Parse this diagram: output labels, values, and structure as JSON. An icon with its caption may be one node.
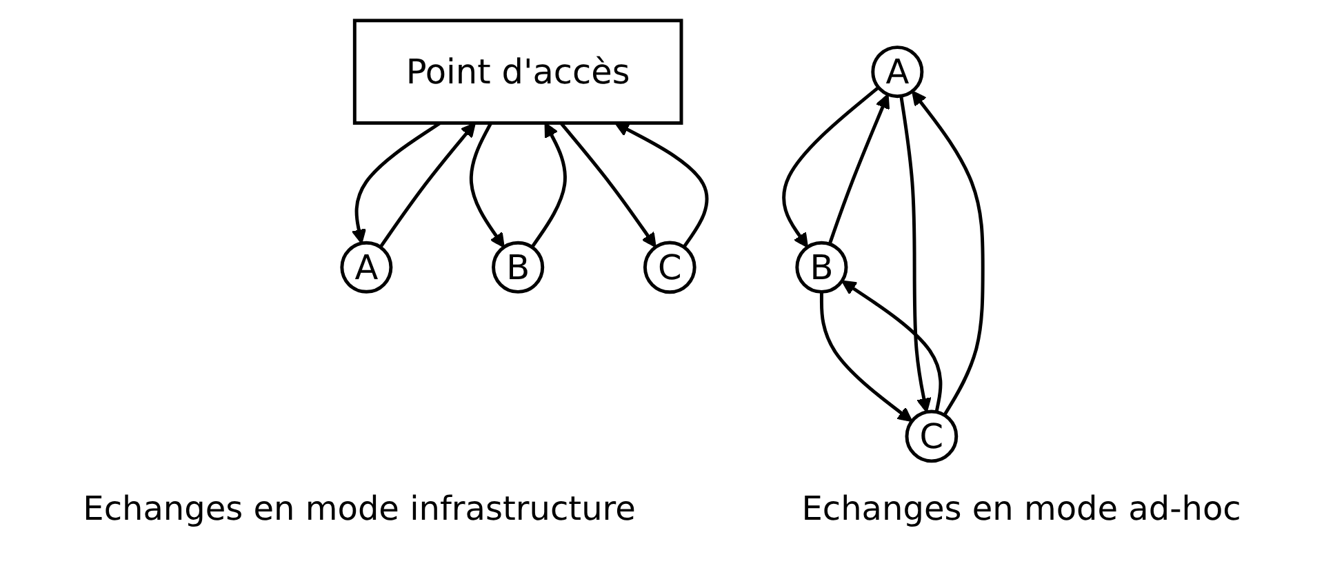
{
  "diagram": {
    "nodes": [
      {
        "text": [
          "Point d'accès"
        ]
      },
      {
        "text": [
          "A"
        ]
      },
      {
        "text": [
          "B"
        ]
      },
      {
        "text": [
          "C"
        ]
      },
      {
        "text": [
          "A"
        ]
      },
      {
        "text": [
          "B"
        ]
      },
      {
        "text": [
          "C"
        ]
      }
    ],
    "edges": [
      {
        "from": 1,
        "to": 0,
        "arrow": "to"
      },
      {
        "from": 0,
        "to": 1,
        "arrow": "to"
      },
      {
        "from": 2,
        "to": 0,
        "arrow": "to"
      },
      {
        "from": 0,
        "to": 2,
        "arrow": "to"
      },
      {
        "from": 3,
        "to": 0,
        "arrow": "to"
      },
      {
        "from": 0,
        "to": 3,
        "arrow": "to"
      },
      {
        "from": 4,
        "to": 5,
        "arrow": "to"
      },
      {
        "from": 5,
        "to": 4,
        "arrow": "to"
      },
      {
        "from": 5,
        "to": 6,
        "arrow": "to"
      },
      {
        "from": 6,
        "to": 5,
        "arrow": "to"
      },
      {
        "from": 4,
        "to": 6,
        "arrow": "to"
      },
      {
        "from": 6,
        "to": 4,
        "arrow": "to"
      }
    ],
    "labels": [
      "Echanges en mode infrastructure",
      "Echanges en mode ad-hoc"
    ]
  }
}
